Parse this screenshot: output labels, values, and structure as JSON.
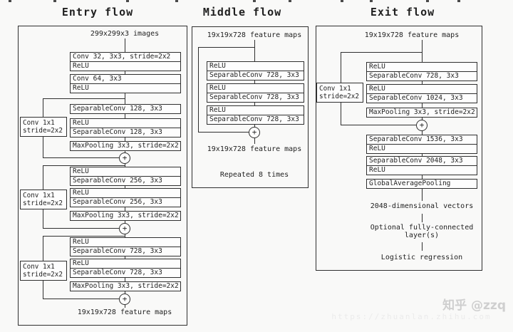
{
  "colors": {
    "ink": "#2f2f2f",
    "box_fill": "#fdfdfd",
    "background": "#f9f9f8",
    "watermark": "#cfcfcf"
  },
  "plus_sign": "+",
  "entry": {
    "title": "Entry flow",
    "input_label": "299x299x3 images",
    "output_label": "19x19x728 feature maps",
    "stack": [
      [
        "Conv 32, 3x3, stride=2x2",
        "ReLU"
      ],
      [
        "Conv 64, 3x3",
        "ReLU"
      ],
      [
        "SeparableConv 128, 3x3"
      ],
      [
        "ReLU",
        "SeparableConv 128, 3x3"
      ],
      [
        "MaxPooling 3x3, stride=2x2"
      ],
      [
        "ReLU",
        "SeparableConv 256, 3x3"
      ],
      [
        "ReLU",
        "SeparableConv 256, 3x3"
      ],
      [
        "MaxPooling 3x3, stride=2x2"
      ],
      [
        "ReLU",
        "SeparableConv 728, 3x3"
      ],
      [
        "ReLU",
        "SeparableConv 728, 3x3"
      ],
      [
        "MaxPooling 3x3, stride=2x2"
      ]
    ],
    "skips": [
      [
        "Conv 1x1",
        "stride=2x2"
      ],
      [
        "Conv 1x1",
        "stride=2x2"
      ],
      [
        "Conv 1x1",
        "stride=2x2"
      ]
    ]
  },
  "middle": {
    "title": "Middle flow",
    "input_label": "19x19x728 feature maps",
    "output_label": "19x19x728 feature maps",
    "repeat_label": "Repeated 8 times",
    "stack": [
      [
        "ReLU",
        "SeparableConv 728, 3x3"
      ],
      [
        "ReLU",
        "SeparableConv 728, 3x3"
      ],
      [
        "ReLU",
        "SeparableConv 728, 3x3"
      ]
    ]
  },
  "exit": {
    "title": "Exit flow",
    "input_label": "19x19x728 feature maps",
    "skip": [
      "Conv 1x1",
      "stride=2x2"
    ],
    "stack": [
      [
        "ReLU",
        "SeparableConv 728, 3x3"
      ],
      [
        "ReLU",
        "SeparableConv 1024, 3x3"
      ],
      [
        "MaxPooling 3x3, stride=2x2"
      ],
      [
        "SeparableConv 1536, 3x3",
        "ReLU"
      ],
      [
        "SeparableConv 2048, 3x3",
        "ReLU"
      ],
      [
        "GlobalAveragePooling"
      ]
    ],
    "vectors_label": "2048-dimensional vectors",
    "fc_label": [
      "Optional fully-connected",
      "layer(s)"
    ],
    "logistic_label": "Logistic regression"
  },
  "watermark": {
    "brand": "知乎 @zzq",
    "url": "https://zhuanlan.zhihu.com"
  }
}
